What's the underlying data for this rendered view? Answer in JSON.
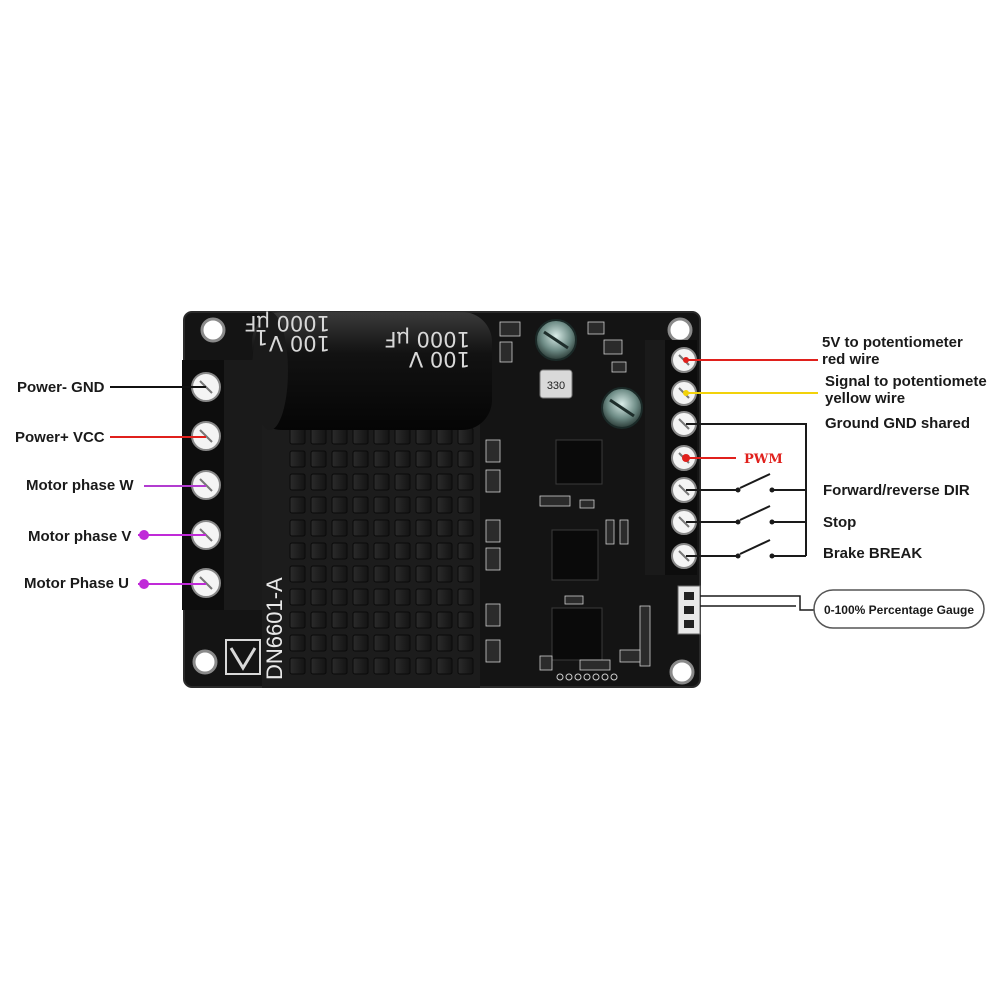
{
  "board": {
    "model": "DN6601-A",
    "capacitor": {
      "line1": "100 V",
      "line2": "1000 µF",
      "line3": "100 V",
      "line4": "1000 µF",
      "edge": "1"
    },
    "inductor": "330",
    "colors": {
      "pcb": "#141414",
      "heatsink": "#1c1c1c",
      "silk": "#e8e8e8",
      "terminal": "#0d0d0d"
    }
  },
  "left_terminal": {
    "labels": [
      "Power- GND",
      "Power+  VCC",
      "Motor phase W",
      "Motor phase V",
      "Motor Phase U"
    ],
    "colors": [
      "#111111",
      "#e0201c",
      "#b23cd0",
      "#c02ad8",
      "#c02ad8"
    ]
  },
  "right_terminal": {
    "pot_5v": {
      "line1": "5V to potentiometer",
      "line2": "red wire",
      "color": "#e0201c"
    },
    "pot_signal": {
      "line1": "Signal to potentiomete",
      "line2": "yellow wire",
      "color": "#f2d20a"
    },
    "ground": "Ground GND shared",
    "pwm": "PWM",
    "pwm_color": "#e0201c",
    "dir": "Forward/reverse DIR",
    "stop": "Stop",
    "brake": "Brake BREAK"
  },
  "gauge": {
    "label": "0-100% Percentage Gauge"
  }
}
